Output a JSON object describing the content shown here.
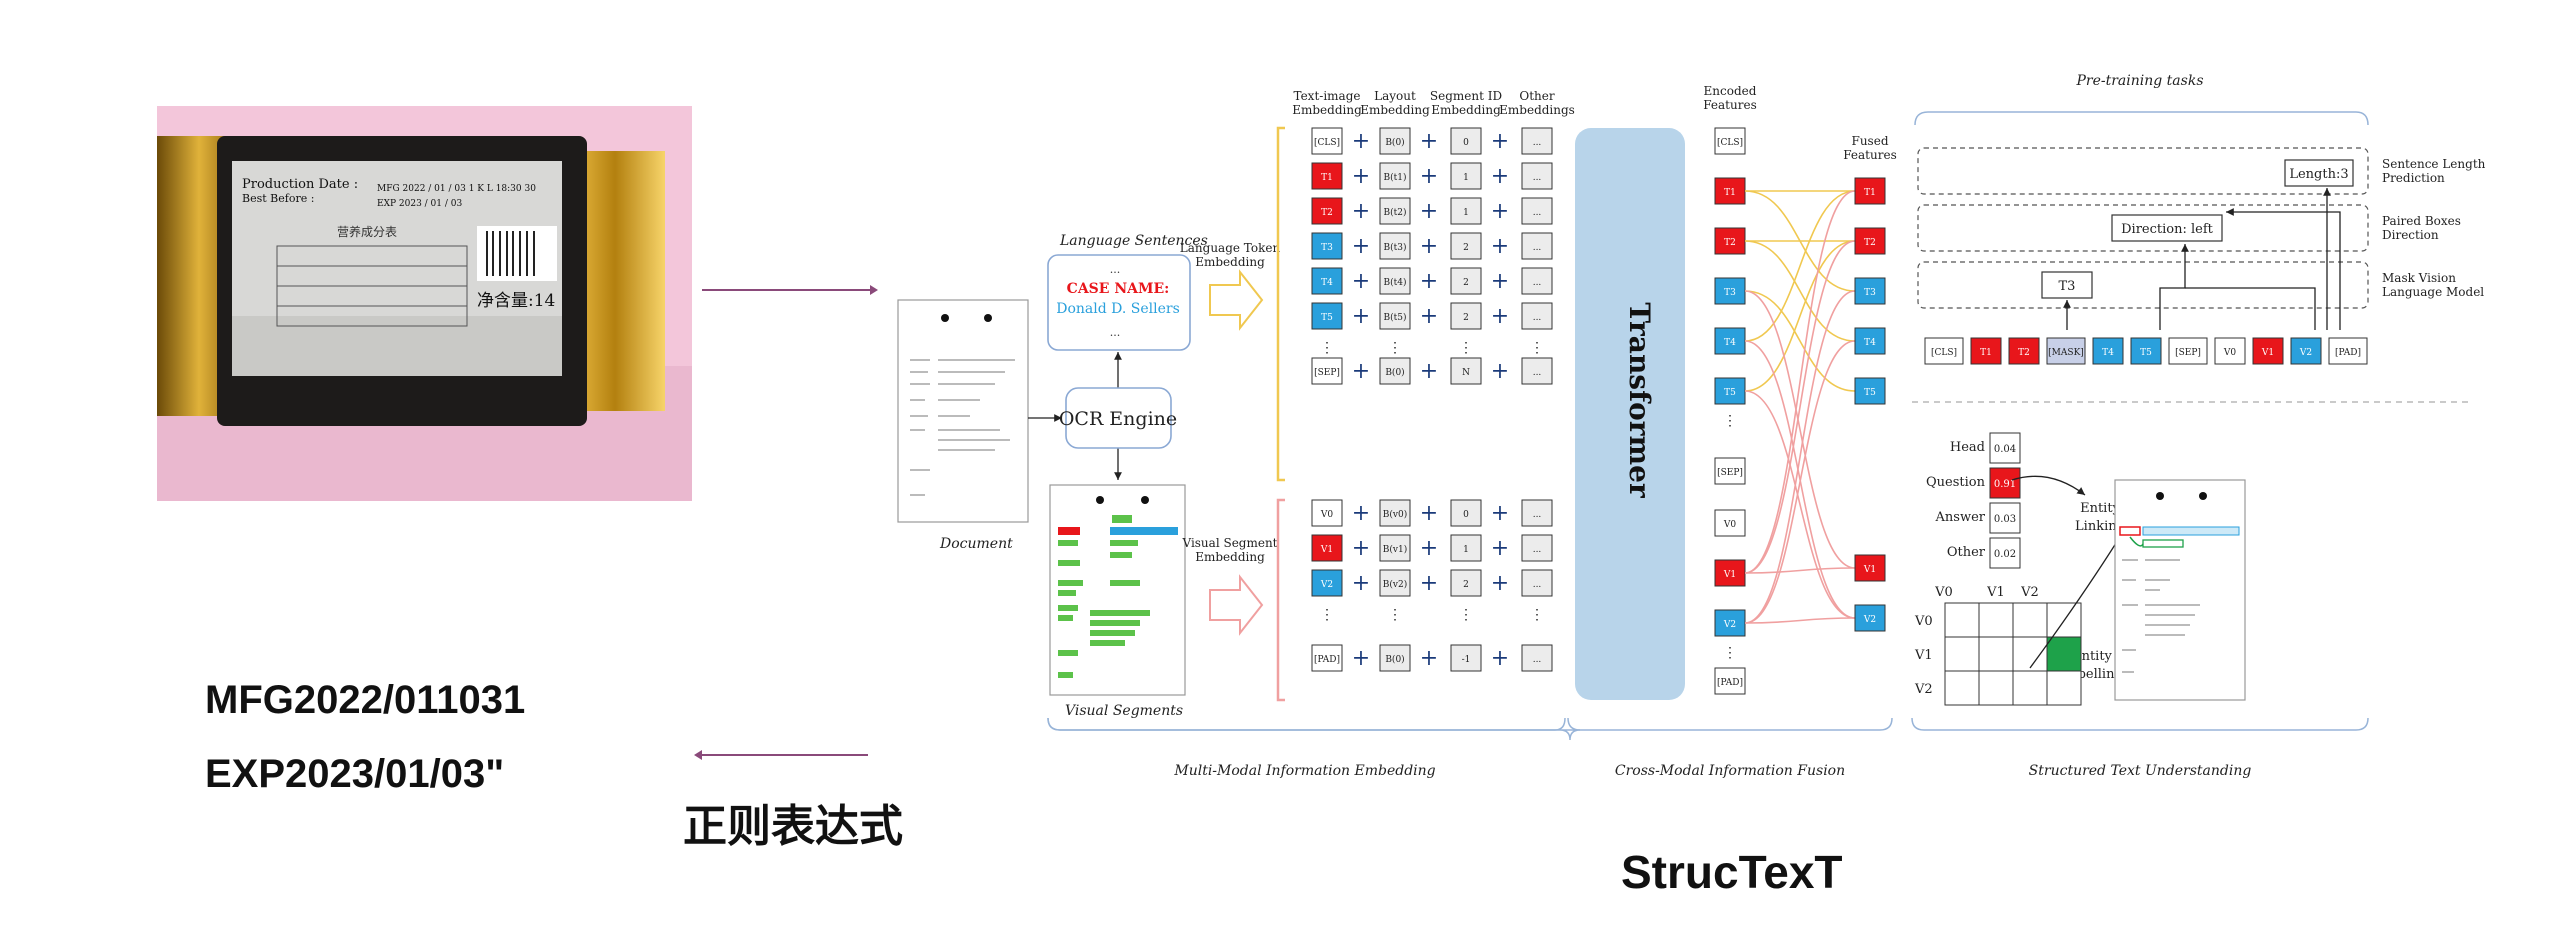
{
  "left": {
    "regex_output_line1": "MFG2022/011031",
    "regex_output_line2": "EXP2023/01/03\"",
    "regex_label": "正则表达式",
    "photo": {
      "pack_line1": "Production Date :",
      "pack_line2": "Best Before :",
      "pack_mfg": "MFG 2022 / 01 / 03 1 K L 18:30 30",
      "pack_exp": "EXP 2023 / 01 / 03",
      "pack_nutrition": "营养成分表",
      "pack_net": "净含量:14"
    }
  },
  "right_label": "StrucTexT",
  "diagram": {
    "document_label": "Document",
    "language_sentences": "Language Sentences",
    "case_name": "CASE NAME:",
    "person_name": "Donald D. Sellers",
    "ellipsis": "...",
    "ocr_engine": "OCR Engine",
    "visual_segments": "Visual Segments",
    "lang_token_embedding": [
      "Language Token",
      "Embedding"
    ],
    "visual_segment_embedding": [
      "Visual Segment",
      "Embedding"
    ],
    "col_headers": [
      [
        "Text-image",
        "Embedding"
      ],
      [
        "Layout",
        "Embedding"
      ],
      [
        "Segment ID",
        "Embedding"
      ],
      [
        "Other",
        "Embeddings"
      ]
    ],
    "text_tokens": [
      "[CLS]",
      "T1",
      "T2",
      "T3",
      "T4",
      "T5",
      "⋮",
      "[SEP]"
    ],
    "text_layout": [
      "B(0)",
      "B(t1)",
      "B(t2)",
      "B(t3)",
      "B(t4)",
      "B(t5)",
      "⋮",
      "B(0)"
    ],
    "text_seg": [
      "0",
      "1",
      "1",
      "2",
      "2",
      "2",
      "⋮",
      "N"
    ],
    "vis_tokens": [
      "V0",
      "V1",
      "V2",
      "⋮",
      "[PAD]"
    ],
    "vis_layout": [
      "B(v0)",
      "B(v1)",
      "B(v2)",
      "⋮",
      "B(0)"
    ],
    "vis_seg": [
      "0",
      "1",
      "2",
      "⋮",
      "-1"
    ],
    "other": "...",
    "transformer": "Transformer",
    "encoded_features": [
      "Encoded",
      "Features"
    ],
    "encoded_tokens": [
      "[CLS]",
      "T1",
      "T2",
      "T3",
      "T4",
      "T5",
      "⋮",
      "[SEP]",
      "V0",
      "V1",
      "V2",
      "⋮",
      "[PAD]"
    ],
    "fused_features": [
      "Fused",
      "Features"
    ],
    "fused_tokens": [
      "T1",
      "T2",
      "T3",
      "T4",
      "T5",
      "V1",
      "V2"
    ],
    "section_multimodal": "Multi-Modal Information Embedding",
    "section_crossmodal": "Cross-Modal Information Fusion",
    "section_structured": "Structured Text Understanding",
    "pretraining_title": "Pre-training tasks",
    "task_length": [
      "Sentence Length",
      "Prediction"
    ],
    "task_direction": [
      "Paired Boxes",
      "Direction"
    ],
    "task_mask": [
      "Mask Vision",
      "Language Model"
    ],
    "length_value": "Length:3",
    "direction_value": "Direction: left",
    "mask_pred": "T3",
    "seq_tokens": [
      "[CLS]",
      "T1",
      "T2",
      "[MASK]",
      "T4",
      "T5",
      "[SEP]",
      "V0",
      "V1",
      "V2",
      "[PAD]"
    ],
    "entity_labels": [
      "Head",
      "Question",
      "Answer",
      "Other"
    ],
    "entity_scores": [
      "0.04",
      "0.91",
      "0.03",
      "0.02"
    ],
    "entity_linking": [
      "Entity",
      "Linking"
    ],
    "entity_labelling": [
      "Entity",
      "Labelling"
    ],
    "grid_cols": [
      "V0",
      "V1",
      "V2"
    ],
    "grid_rows": [
      "V0",
      "V1",
      "V2"
    ]
  },
  "colors": {
    "red": "#e8161b",
    "blue": "#2aa0dc",
    "transformer": "#b8d4ea",
    "arrow": "#8a4a7a",
    "bracket": "#98b4d8",
    "green": "#1ea24a"
  }
}
